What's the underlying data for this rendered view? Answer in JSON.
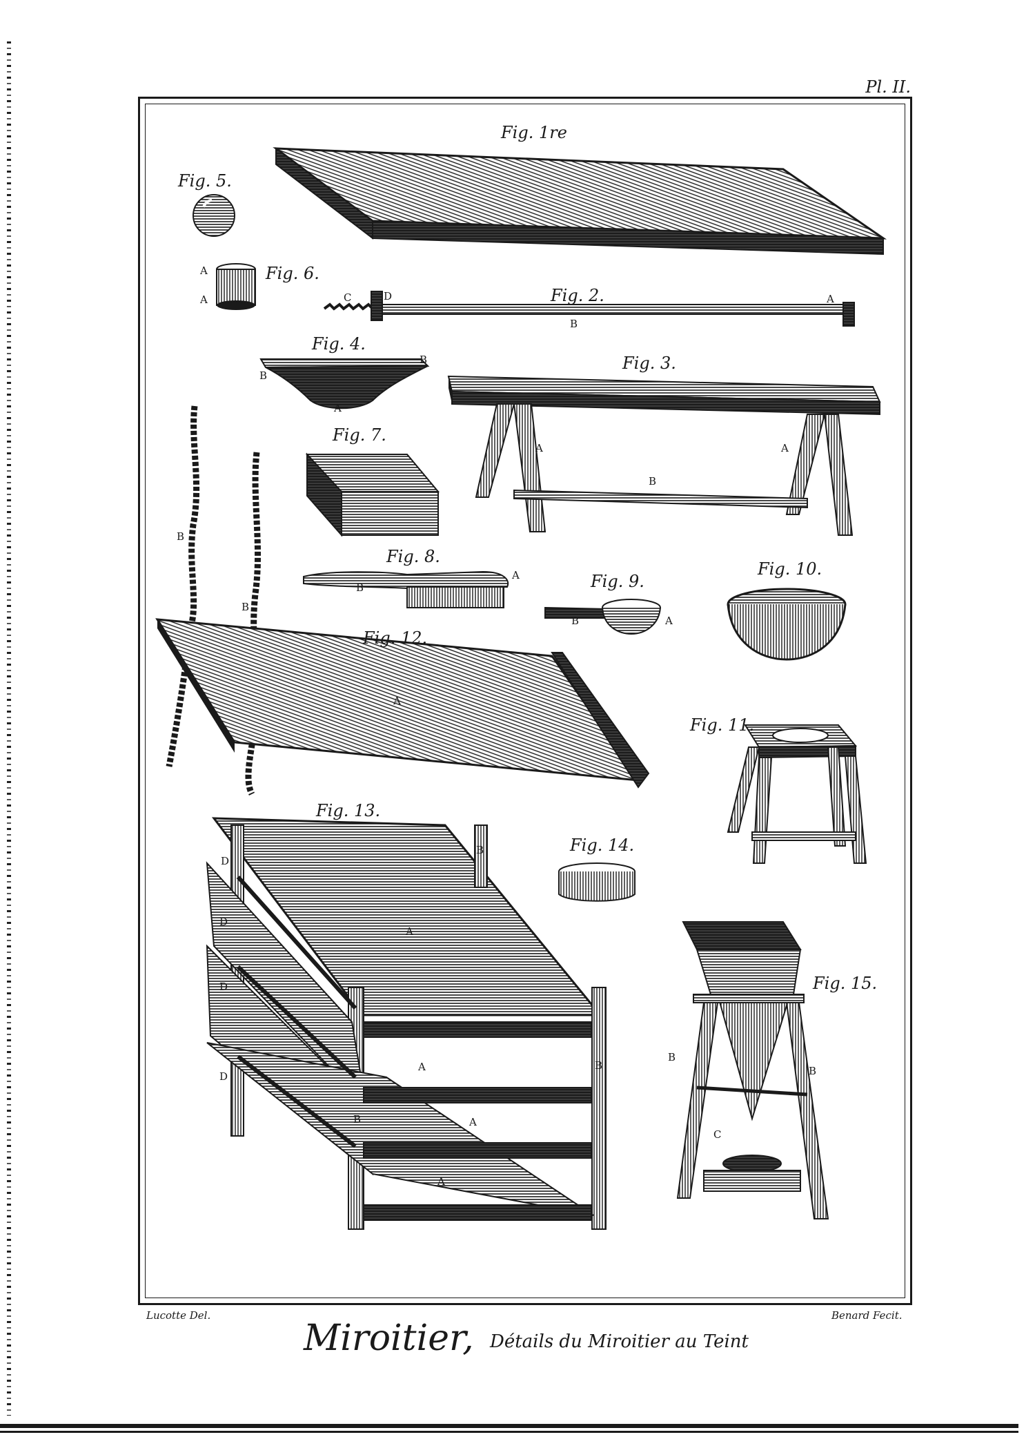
{
  "plate": {
    "number": "Pl. II.",
    "title": "Miroitier,",
    "subtitle": "Détails du Miroitier au Teint",
    "draughtsman": "Lucotte Del.",
    "engraver": "Benard Fecit."
  },
  "figures": {
    "fig1": "Fig. 1re",
    "fig2": "Fig. 2.",
    "fig3": "Fig. 3.",
    "fig4": "Fig. 4.",
    "fig5": "Fig. 5.",
    "fig6": "Fig. 6.",
    "fig7": "Fig. 7.",
    "fig8": "Fig. 8.",
    "fig9": "Fig. 9.",
    "fig10": "Fig. 10.",
    "fig11": "Fig. 11.",
    "fig12": "Fig. 12.",
    "fig13": "Fig. 13.",
    "fig14": "Fig. 14.",
    "fig15": "Fig. 15."
  },
  "letters": {
    "a": "A",
    "b": "B",
    "c": "C",
    "d": "D"
  },
  "style": {
    "ink": "#1a1a1a",
    "paper": "#ffffff"
  }
}
